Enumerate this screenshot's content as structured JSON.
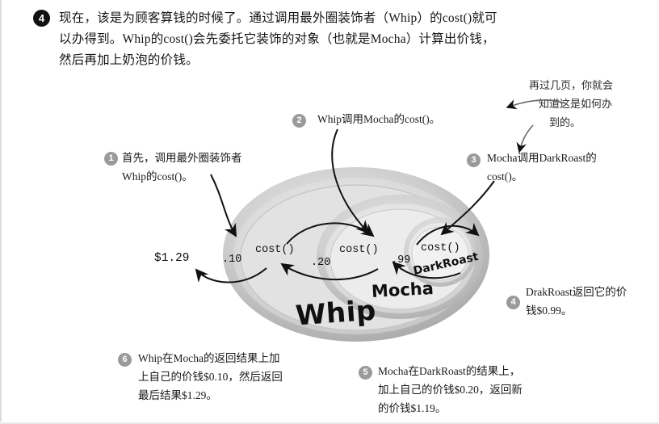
{
  "page": {
    "step_number": "4",
    "paragraph_lines": [
      "现在，该是为顾客算钱的时候了。通过调用最外圈装饰者（Whip）的cost()就可",
      "以办得到。Whip的cost()会先委托它装饰的对象（也就是Mocha）计算出价钱，",
      "然后再加上奶泡的价钱。"
    ]
  },
  "hand_note": {
    "lines": [
      "再过几页，你就会",
      "知道这是如何办",
      "到的。"
    ]
  },
  "callouts": [
    {
      "number": "1",
      "lines": [
        "首先，调用最外圈装饰者",
        "Whip的cost()。"
      ]
    },
    {
      "number": "2",
      "lines": [
        "Whip调用Mocha的cost()。"
      ]
    },
    {
      "number": "3",
      "lines": [
        "Mocha调用DarkRoast的",
        "cost()。"
      ]
    },
    {
      "number": "4",
      "lines": [
        "DrakRoast返回它的价",
        "钱$0.99。"
      ]
    },
    {
      "number": "5",
      "lines": [
        "Mocha在DarkRoast的结果上，",
        "加上自己的价钱$0.20，返回新",
        "的价钱$1.19。"
      ]
    },
    {
      "number": "6",
      "lines": [
        "Whip在Mocha的返回结果上加",
        "上自己的价钱$0.10，然后返回",
        "最后结果$1.29。"
      ]
    }
  ],
  "diagram": {
    "outer_label": "Whip",
    "middle_label": "Mocha",
    "inner_label": "DarkRoast",
    "cost_whip": "cost()",
    "cost_mocha": "cost()",
    "cost_darkroast": "cost()",
    "total_result": "$1.29",
    "whip_price": ".10",
    "mocha_price": ".20",
    "darkroast_price": ".99"
  },
  "colors": {
    "step_badge_bg": "#111111",
    "callout_badge_bg": "#9a9a9a",
    "ink": "#141414",
    "oval_outer": "#b9b9b9",
    "oval_middle": "#c8c8c8",
    "oval_inner": "#d5d5d5"
  }
}
